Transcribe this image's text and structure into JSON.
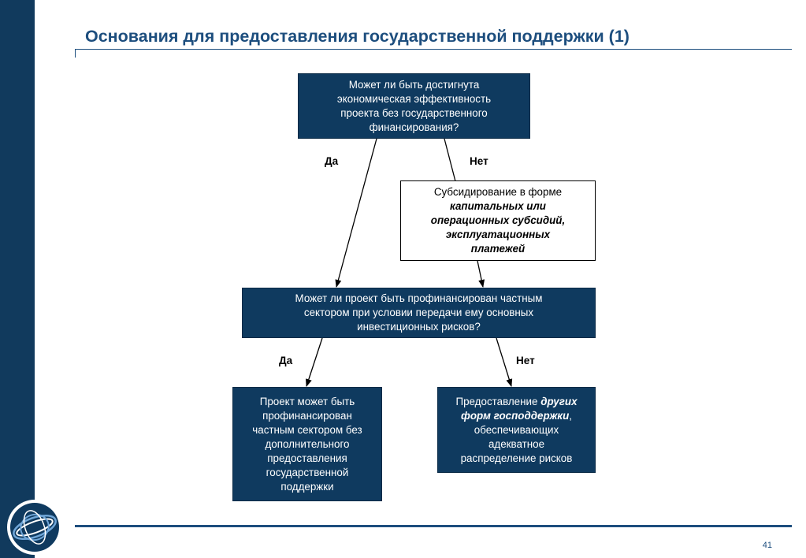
{
  "title": "Основания для предоставления государственной поддержки (1)",
  "page_number": "41",
  "flowchart": {
    "q1": {
      "lines": [
        "Может ли быть достигнута",
        "экономическая эффективность",
        "проекта без государственного",
        "финансирования?"
      ]
    },
    "subsidy": {
      "line1": "Субсидирование в форме",
      "bold_lines": [
        "капитальных или",
        "операционных субсидий,",
        "эксплуатационных",
        "платежей"
      ]
    },
    "q2": {
      "lines": [
        "Может ли проект быть профинансирован частным",
        "сектором при условии передачи ему основных",
        "инвестиционных рисков?"
      ]
    },
    "private": {
      "lines": [
        "Проект может быть",
        "профинансирован",
        "частным сектором без",
        "дополнительного",
        "предоставления",
        "государственной",
        "поддержки"
      ]
    },
    "other": {
      "line1_pre": "Предоставление ",
      "line1_bold": "других",
      "line2_bold": "форм господдержки",
      "line2_post": ",",
      "lines": [
        "обеспечивающих",
        "адекватное",
        "распределение рисков"
      ]
    },
    "labels": {
      "yes1": "Да",
      "no1": "Нет",
      "yes2": "Да",
      "no2": "Нет"
    }
  }
}
